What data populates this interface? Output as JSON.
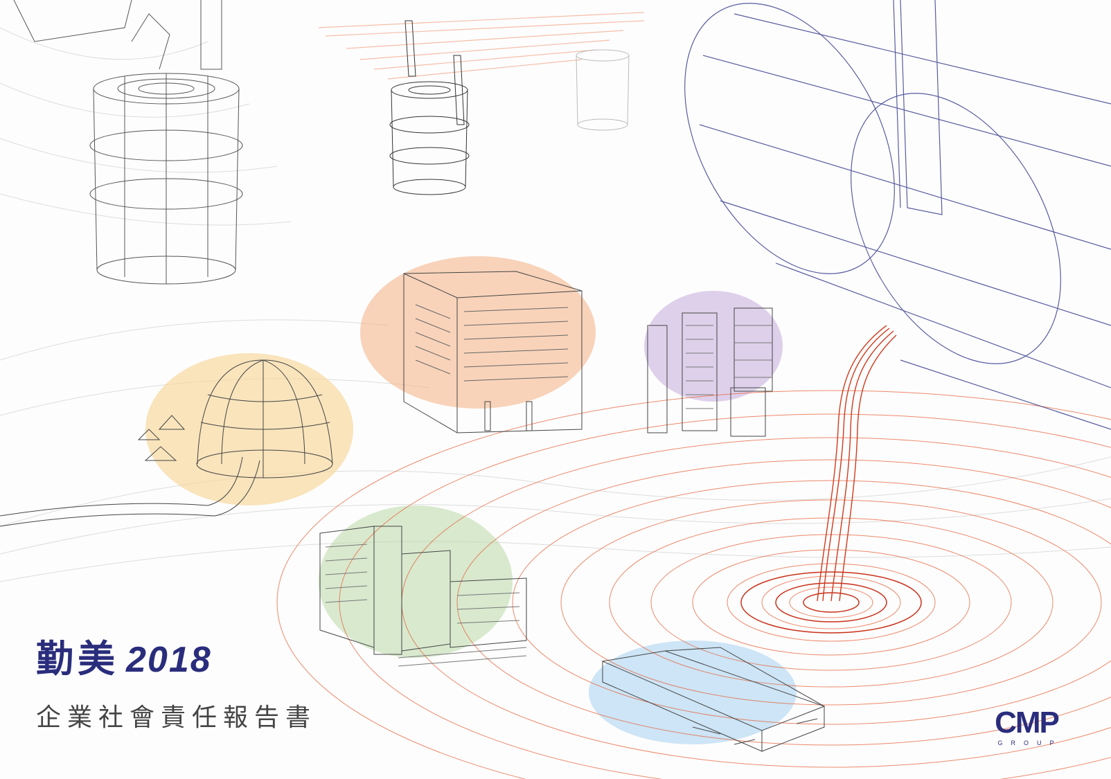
{
  "cover": {
    "title_main": "勤美",
    "title_year": "2018",
    "subtitle": "企業社會責任報告書"
  },
  "logo": {
    "mark": "CMP",
    "sub": "GROUP"
  },
  "colors": {
    "brand_navy": "#2a2d7c",
    "pour_red": "#d2381c",
    "ripple_orange": "#e7623a",
    "wire_gray": "#555555",
    "splash_orange": "#f4b183",
    "splash_yellow": "#f8d79a",
    "splash_purple": "#c9b3de",
    "splash_green": "#b9d9a8",
    "splash_blue": "#b8daf2"
  }
}
